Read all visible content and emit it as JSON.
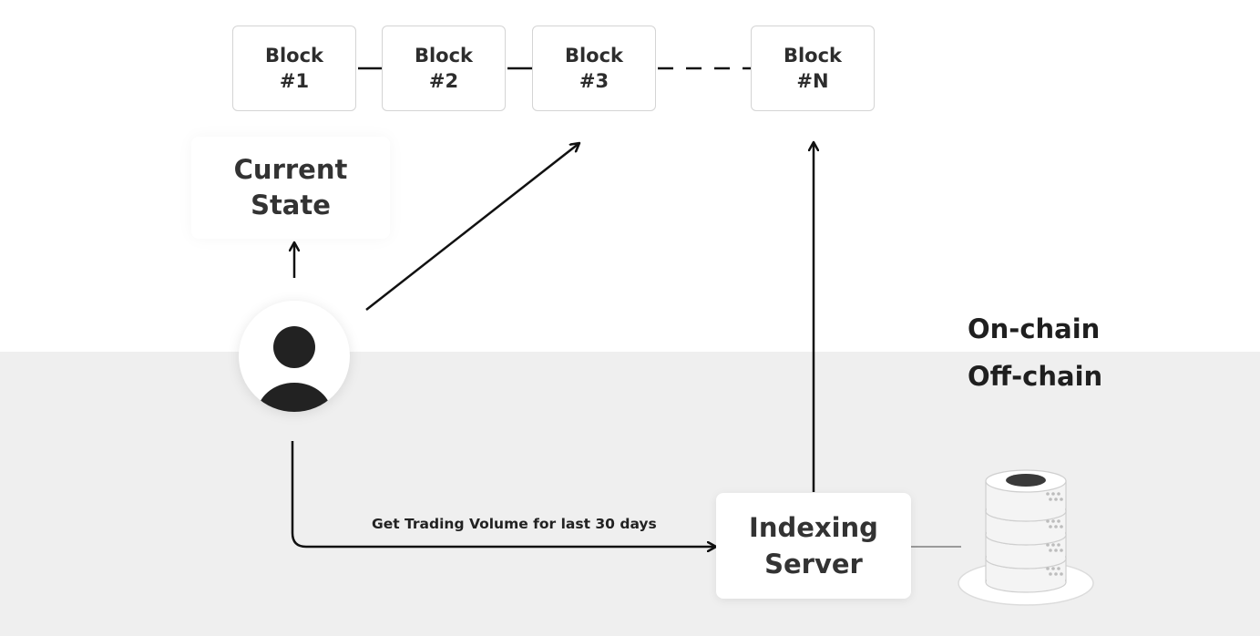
{
  "blocks": [
    {
      "line1": "Block",
      "line2": "#1"
    },
    {
      "line1": "Block",
      "line2": "#2"
    },
    {
      "line1": "Block",
      "line2": "#3"
    },
    {
      "line1": "Block",
      "line2": "#N"
    }
  ],
  "current_state": {
    "line1": "Current",
    "line2": "State"
  },
  "zones": {
    "on_chain": "On-chain",
    "off_chain": "Off-chain"
  },
  "request_label": "Get Trading Volume for last 30 days",
  "indexing_server": {
    "line1": "Indexing",
    "line2": "Server"
  },
  "icons": {
    "user": "user-avatar-icon",
    "database": "database-server-icon"
  },
  "colors": {
    "line": "#111111",
    "off_chain_background": "#efefef",
    "box_border": "#d4d4d4"
  }
}
